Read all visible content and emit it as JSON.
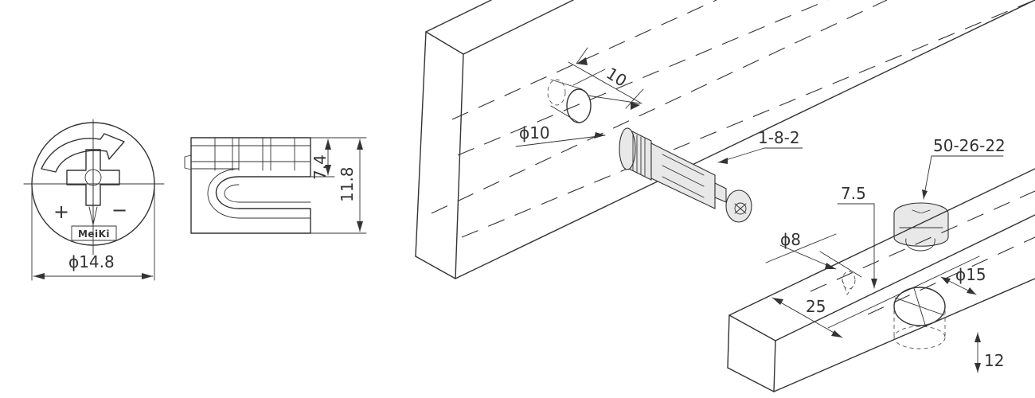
{
  "front_view": {
    "brand_logo": "MeiKi",
    "plus_sign": "+",
    "minus_sign": "−",
    "diameter": "ϕ14.8"
  },
  "side_view": {
    "dim_inner": "7.4",
    "dim_outer": "11.8"
  },
  "assembly": {
    "hole_width": "10",
    "hole_diameter": "ϕ10",
    "bolt_part": "1-8-2",
    "cam_part": "50-26-22",
    "offset": "7.5",
    "bore_small": "ϕ8",
    "spacing": "25",
    "bore_large": "ϕ15",
    "depth": "12"
  }
}
